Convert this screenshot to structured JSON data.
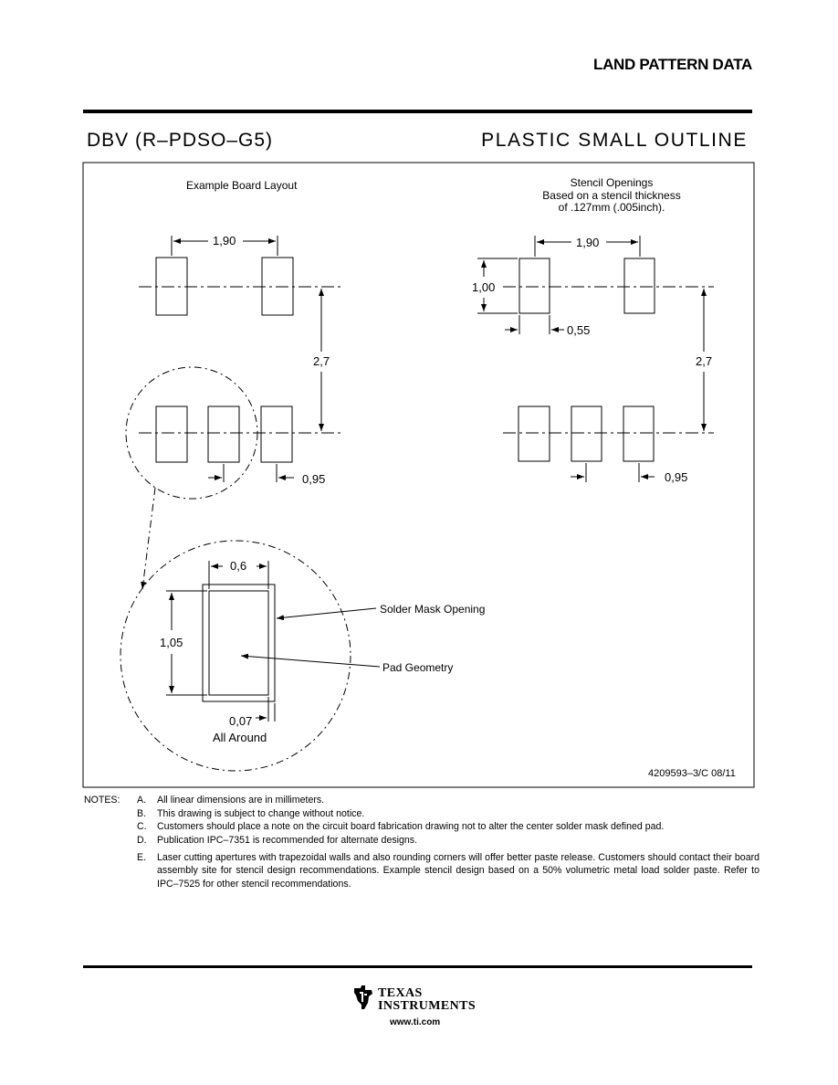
{
  "header": {
    "title": "LAND PATTERN DATA"
  },
  "package": {
    "code": "DBV (R–PDSO–G5)",
    "description": "PLASTIC SMALL OUTLINE"
  },
  "left_view": {
    "caption": "Example Board Layout",
    "pitch_label": "1,90",
    "row_spacing_label": "2,7",
    "pad_pitch_label": "0,95"
  },
  "right_view": {
    "caption_lines": [
      "Stencil Openings",
      "Based on a stencil thickness",
      "of .127mm (.005inch)."
    ],
    "pitch_label": "1,90",
    "height_label": "1,00",
    "width_label": "0,55",
    "row_spacing_label": "2,7",
    "pad_pitch_label": "0,95"
  },
  "detail": {
    "width_label": "0,6",
    "height_label": "1,05",
    "clearance_label": "0,07",
    "clearance_note": "All Around",
    "callout_mask": "Solder Mask Opening",
    "callout_pad": "Pad Geometry"
  },
  "drawing_id": "4209593–3/C 08/11",
  "notes": {
    "heading": "NOTES:",
    "items": [
      {
        "letter": "A.",
        "text": "All linear dimensions are in millimeters."
      },
      {
        "letter": "B.",
        "text": "This drawing is subject to change without notice."
      },
      {
        "letter": "C.",
        "text": "Customers should place a note on the circuit board fabrication drawing not to alter the center solder mask defined pad."
      },
      {
        "letter": "D.",
        "text": "Publication IPC–7351 is recommended for alternate designs."
      },
      {
        "letter": "E.",
        "text": "Laser cutting apertures with trapezoidal walls and also rounding corners will offer better paste release.  Customers should contact their board assembly site for stencil design recommendations.  Example stencil design based on a 50% volumetric metal load solder paste.  Refer to IPC–7525 for other stencil recommendations."
      }
    ]
  },
  "footer": {
    "logo_line1": "TEXAS",
    "logo_line2": "INSTRUMENTS",
    "url": "www.ti.com"
  }
}
